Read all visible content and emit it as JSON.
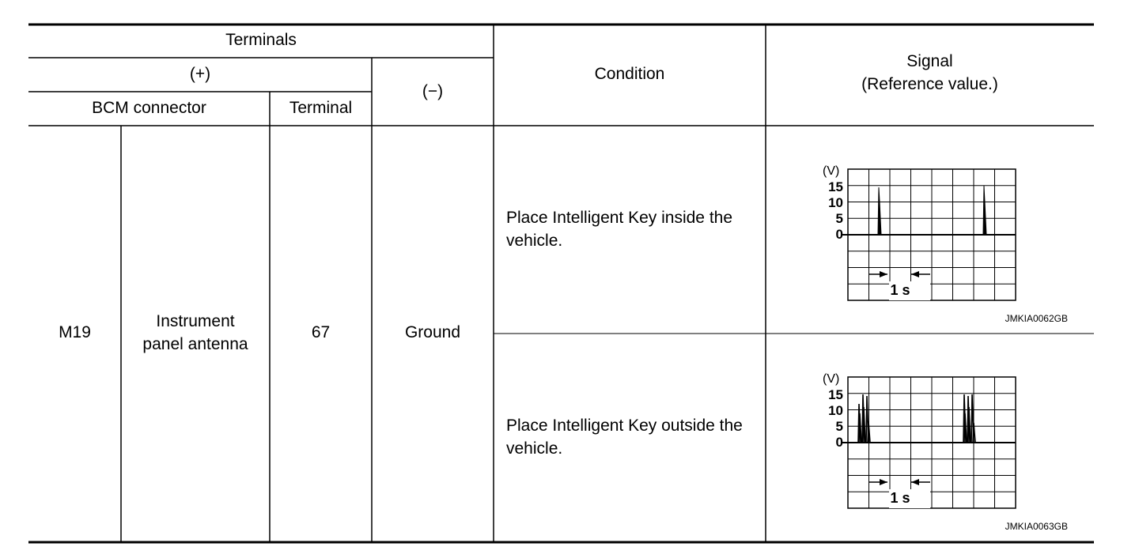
{
  "table": {
    "header": {
      "terminals": "Terminals",
      "plus": "(+)",
      "minus": "(−)",
      "bcm_connector": "BCM connector",
      "terminal": "Terminal",
      "condition": "Condition",
      "signal_line1": "Signal",
      "signal_line2": "(Reference value.)"
    },
    "row": {
      "connector": "M19",
      "description_line1": "Instrument",
      "description_line2": "panel antenna",
      "terminal_no": "67",
      "ground": "Ground"
    },
    "conditions": [
      {
        "text": "Place Intelligent Key inside the vehicle.",
        "signal": {
          "unit": "(V)",
          "y_ticks": [
            "15",
            "10",
            "5",
            "0"
          ],
          "time_label": "1 s",
          "figure_id": "JMKIA0062GB"
        }
      },
      {
        "text": "Place Intelligent Key outside the vehicle.",
        "signal": {
          "unit": "(V)",
          "y_ticks": [
            "15",
            "10",
            "5",
            "0"
          ],
          "time_label": "1 s",
          "figure_id": "JMKIA0063GB"
        }
      }
    ]
  }
}
